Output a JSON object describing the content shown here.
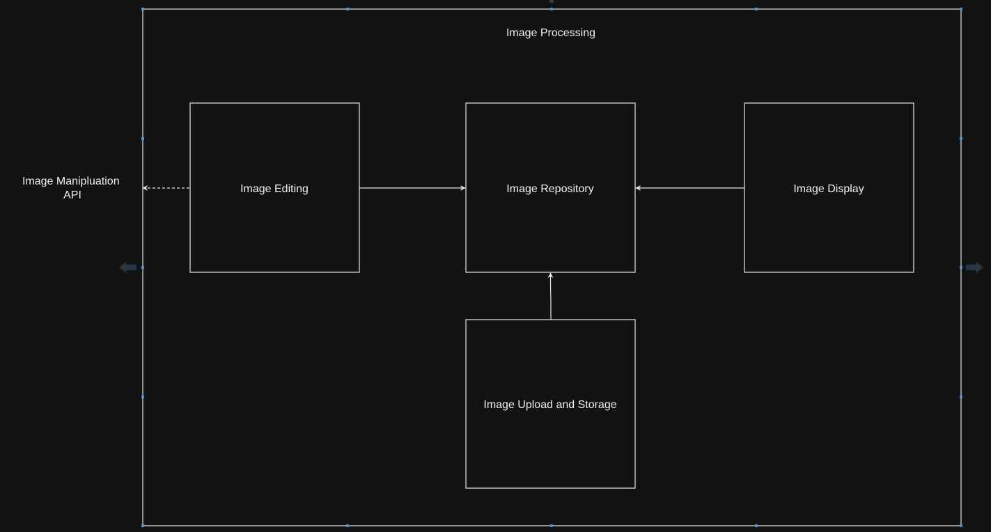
{
  "colors": {
    "background": "#121212",
    "stroke": "#e6e6e6",
    "text": "#f0f0f0",
    "selection_handle": "#5b8fd4",
    "side_arrow": "#2a3540"
  },
  "container": {
    "title": "Image Processing"
  },
  "external": {
    "api_label_line1": "Image Manipluation",
    "api_label_line2": "API"
  },
  "nodes": {
    "editing": "Image Editing",
    "repository": "Image Repository",
    "display": "Image Display",
    "upload": "Image Upload and Storage"
  },
  "edges": [
    {
      "from": "Image Editing",
      "to": "Image Manipluation API",
      "style": "dashed"
    },
    {
      "from": "Image Editing",
      "to": "Image Repository",
      "style": "solid"
    },
    {
      "from": "Image Display",
      "to": "Image Repository",
      "style": "solid"
    },
    {
      "from": "Image Upload and Storage",
      "to": "Image Repository",
      "style": "solid"
    }
  ]
}
